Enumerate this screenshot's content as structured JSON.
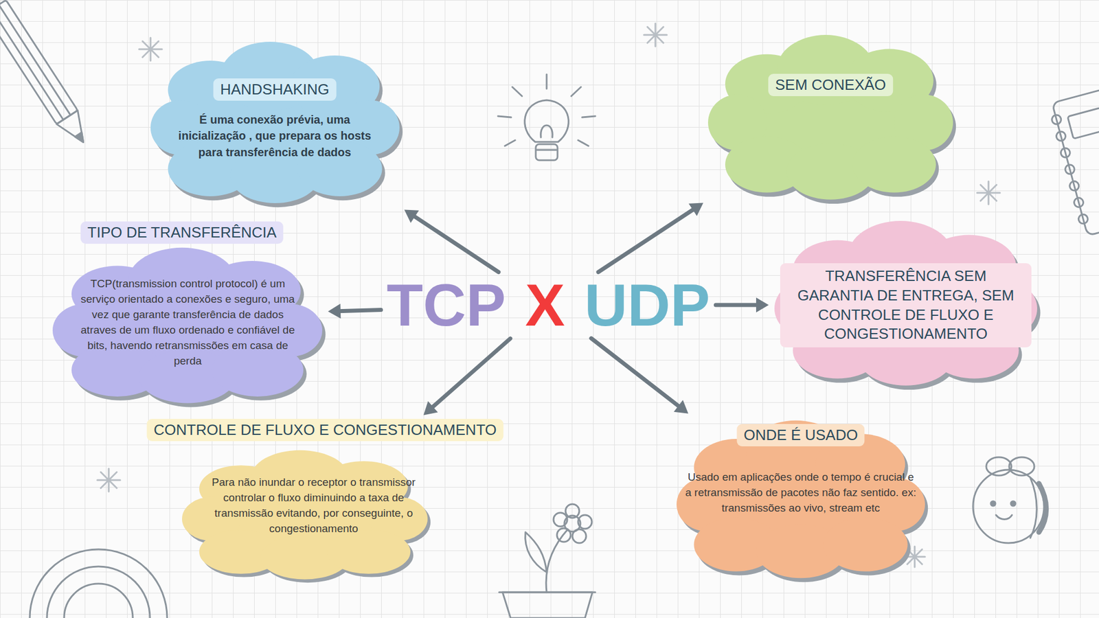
{
  "diagram": {
    "nodes": [
      {
        "text": [
          "HANDSHAKING",
          "É uma conexão prévia, uma inicialização , que prepara os hosts para transferência de dados"
        ]
      },
      {
        "text": [
          "SEM CONEXÃO"
        ]
      },
      {
        "text": [
          "TIPO DE TRANSFERÊNCIA",
          "TCP(transmission control protocol) é um serviço orientado a conexões e seguro, uma vez que garante transferência de dados atraves de um fluxo ordenado e confiável de bits, havendo retransmissões em casa de perda"
        ]
      },
      {
        "text": [
          "TCP",
          "X",
          "UDP"
        ]
      },
      {
        "text": [
          "TRANSFERÊNCIA SEM GARANTIA DE ENTREGA, SEM CONTROLE DE FLUXO E CONGESTIONAMENTO"
        ]
      },
      {
        "text": [
          "CONTROLE DE FLUXO E CONGESTIONAMENTO",
          "Para não inundar o receptor o transmissor controlar o fluxo diminuindo a taxa de transmissão evitando, por conseguinte, o congestionamento"
        ]
      },
      {
        "text": [
          "ONDE É USADO",
          "Usado em aplicações onde o tempo é crucial e a retransmissão de pacotes não faz sentido. ex: transmissões ao vivo, stream etc"
        ]
      }
    ],
    "edges": [
      {
        "from": 3,
        "to": 0,
        "arrow": "to"
      },
      {
        "from": 3,
        "to": 1,
        "arrow": "to"
      },
      {
        "from": 3,
        "to": 2,
        "arrow": "to"
      },
      {
        "from": 3,
        "to": 4,
        "arrow": "to"
      },
      {
        "from": 3,
        "to": 5,
        "arrow": "to"
      },
      {
        "from": 3,
        "to": 6,
        "arrow": "to"
      }
    ]
  }
}
